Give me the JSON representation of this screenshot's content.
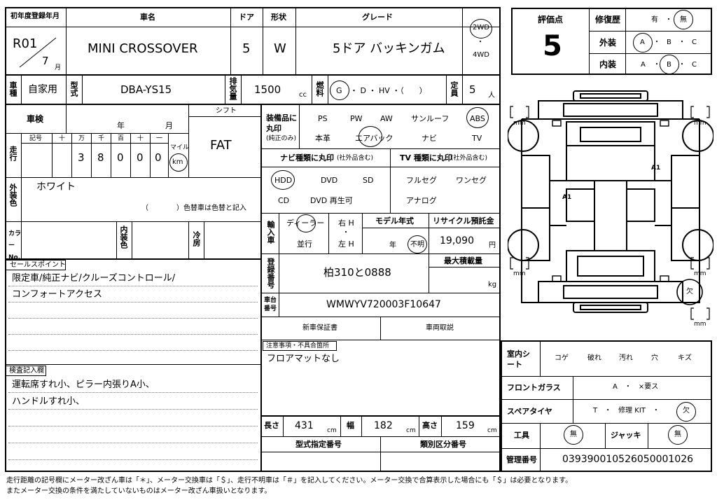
{
  "header": {
    "first_reg_label": "初年度登録年月",
    "first_reg_era": "R01",
    "first_reg_month": "7",
    "month_unit": "月",
    "car_name_label": "車名",
    "car_name": "MINI CROSSOVER",
    "doors_label": "ドア",
    "doors": "5",
    "shape_label": "形状",
    "shape": "W",
    "grade_label": "グレード",
    "grade": "5ドア バッキンガム",
    "drive_2wd": "2WD",
    "drive_dot": "・",
    "drive_4wd": "4WD"
  },
  "row2": {
    "vehicle_label": "車種",
    "vehicle": "自家用",
    "model_label": "型式",
    "model": "DBA-YS15",
    "displacement_label": "排気量",
    "displacement": "1500",
    "cc": "cc",
    "fuel_label": "燃料",
    "fuel_g": "G",
    "fuel_rest": "・ D ・ HV ・（　　）",
    "capacity_label": "定員",
    "capacity": "5",
    "person_unit": "人"
  },
  "inspection": {
    "shaken_label": "車検",
    "year_unit": "年",
    "month_unit": "月",
    "shift_label": "シフト",
    "shift": "FAT",
    "mileage_label": "走行",
    "mileage_cols": [
      "記号",
      "十",
      "万",
      "千",
      "百",
      "十",
      "一"
    ],
    "mileage_digits": [
      "3",
      "8",
      "0",
      "0",
      "0"
    ],
    "mile_label": "マイル",
    "km_label": "km",
    "exterior_color_label": "外装色",
    "exterior_color": "ホワイト",
    "color_change_note": "（　　　　）色替車は色替と記入",
    "color_no_label": "カラーNo.",
    "interior_color_label": "内装色",
    "ac_label": "冷房"
  },
  "equipment": {
    "label": "装備品に丸印",
    "sub": "(純正のみ)",
    "items_row1": [
      "PS",
      "PW",
      "AW",
      "サンルーフ",
      "ABS"
    ],
    "items_row2": [
      "本革",
      "エアバック",
      "ナビ",
      "TV"
    ],
    "nav_label": "ナビ種類に丸印",
    "nav_sub": "(社外品含む)",
    "nav_items_row1": [
      "HDD",
      "DVD",
      "SD"
    ],
    "nav_items_row2": [
      "CD",
      "DVD 再生可"
    ],
    "tv_label": "TV 種類に丸印",
    "tv_sub": "(社外品含む)",
    "tv_items_row1": [
      "フルセグ",
      "ワンセグ"
    ],
    "tv_items_row2": [
      "アナログ"
    ]
  },
  "import": {
    "label": "輸入車",
    "dealer": "ディーラー",
    "parallel": "並行",
    "right_h": "右 H",
    "dot": "・",
    "left_h": "左 H",
    "model_year_label": "モデル年式",
    "year_unit": "年",
    "unknown": "不明",
    "recycle_label": "リサイクル預託金",
    "recycle": "19,090",
    "yen": "円"
  },
  "registration": {
    "label": "登録番号",
    "plate": "柏310と0888",
    "max_load_label": "最大積載量",
    "kg": "kg",
    "chassis_label": "車台番号",
    "chassis": "WMWYV720003F10647",
    "warranty_label": "新車保証書",
    "manual_label": "車両取説"
  },
  "sales": {
    "label": "セールスポイント",
    "line1": "限定車/純正ナビ/クルーズコントロール/",
    "line2": "コンフォートアクセス"
  },
  "inspection_notes": {
    "label": "検査記入欄",
    "line1": "運転席すれ小、ピラー内張りA小、",
    "line2": "ハンドルすれ小、"
  },
  "caution": {
    "label": "注意事項・不具合箇所",
    "line1": "フロアマットなし"
  },
  "dimensions": {
    "length_label": "長さ",
    "length": "431",
    "width_label": "幅",
    "width": "182",
    "height_label": "高さ",
    "height": "159",
    "cm": "cm",
    "type_designation_label": "型式指定番号",
    "category_label": "類別区分番号"
  },
  "score": {
    "label": "評価点",
    "value": "5",
    "repair_label": "修復歴",
    "repair_yes": "有",
    "repair_no": "無",
    "exterior_label": "外装",
    "interior_label": "内装",
    "grade_a": "A",
    "grade_b": "B",
    "grade_c": "C",
    "dot": "・"
  },
  "diagram": {
    "mm": "mm",
    "a1": "A1",
    "missing": "欠"
  },
  "bottom_right": {
    "seat_label": "室内シート",
    "seat_items": [
      "コゲ",
      "破れ",
      "汚れ",
      "穴",
      "キズ"
    ],
    "windshield_label": "フロントガラス",
    "windshield": "A　・　×要ス",
    "spare_label": "スペアタイヤ",
    "spare_t": "T　・　修理 KIT　・",
    "spare_missing": "欠",
    "tools_label": "工具",
    "tools": "無",
    "jack_label": "ジャッキ",
    "jack": "無",
    "control_label": "管理番号",
    "control": "039390010526050001026"
  },
  "footer": {
    "line1": "走行距離の記号欄にメーター改ざん車は「＊」、メーター交換車は「＄」、走行不明車は「＃」を記入してください。メーター交換で合算表示した場合にも「＄」は必要となります。",
    "line2": "またメーター交換の条件を満たしていないものはメーター改ざん車扱いとなります。"
  }
}
